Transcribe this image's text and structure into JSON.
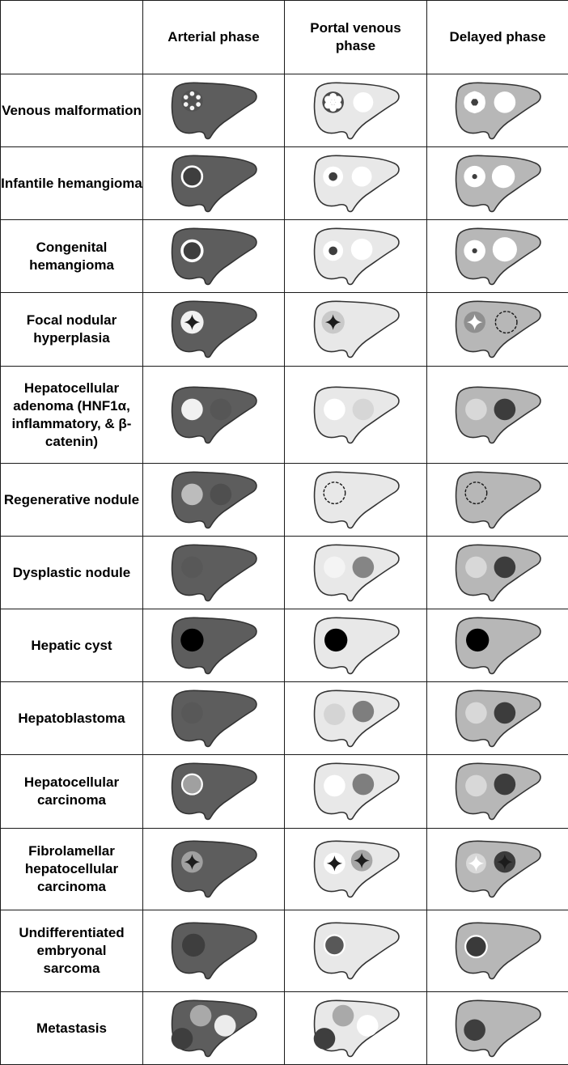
{
  "header": {
    "corner": "",
    "phases": [
      "Arterial phase",
      "Portal venous phase",
      "Delayed phase"
    ]
  },
  "colors": {
    "arterial_liver": "#5d5d5d",
    "portal_liver": "#e8e8e8",
    "delayed_liver": "#b7b7b7",
    "outline": "#333333"
  },
  "rows": [
    {
      "label": "Venous malformation"
    },
    {
      "label": "Infantile hemangioma"
    },
    {
      "label": "Congenital hemangioma"
    },
    {
      "label": "Focal nodular hyperplasia"
    },
    {
      "label": "Hepatocellular adenoma (HNF1α, inflammatory, & β-catenin)"
    },
    {
      "label": "Regenerative nodule"
    },
    {
      "label": "Dysplastic nodule"
    },
    {
      "label": "Hepatic cyst"
    },
    {
      "label": "Hepatoblastoma"
    },
    {
      "label": "Hepatocellular carcinoma"
    },
    {
      "label": "Fibrolamellar hepatocellular carcinoma"
    },
    {
      "label": "Undifferentiated embryonal sarcoma"
    },
    {
      "label": "Metastasis"
    }
  ]
}
